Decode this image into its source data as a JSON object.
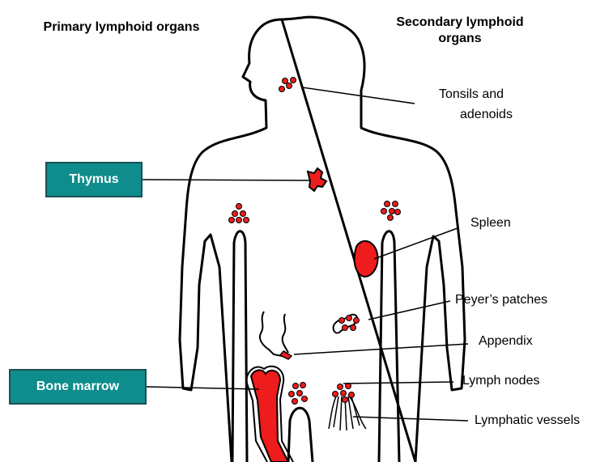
{
  "headings": {
    "primary": "Primary lymphoid organs",
    "secondary": "Secondary lymphoid organs"
  },
  "primary_boxes": {
    "thymus": "Thymus",
    "bone_marrow": "Bone marrow"
  },
  "secondary_labels": {
    "tonsils_line1": "Tonsils and",
    "tonsils_line2": "adenoids",
    "spleen": "Spleen",
    "peyers": "Peyer’s patches",
    "appendix": "Appendix",
    "lymph_nodes": "Lymph nodes",
    "lymphatic_vessels": "Lymphatic vessels"
  },
  "colors": {
    "organ_red": "#ee1c1c",
    "box_teal": "#0f8c8c",
    "box_border": "#1b4f55",
    "outline": "#000000"
  }
}
